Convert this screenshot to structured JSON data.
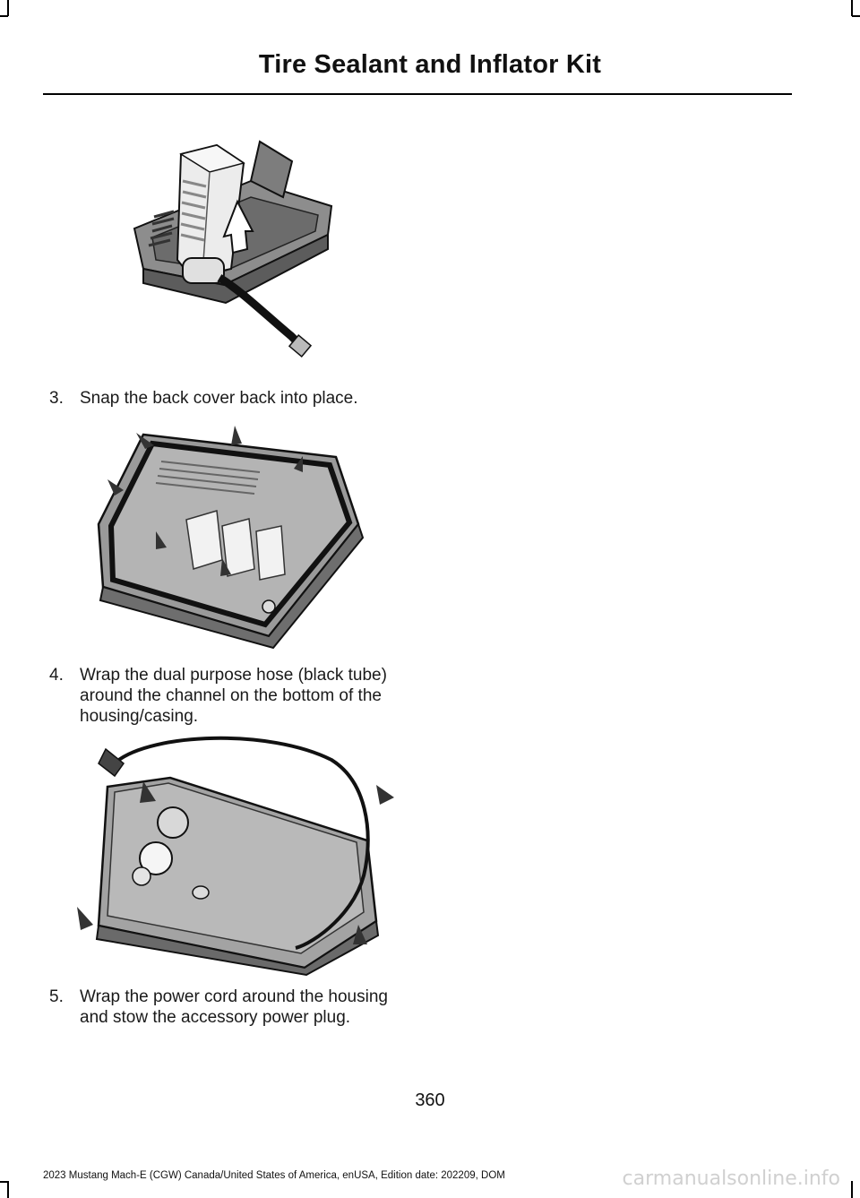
{
  "header": {
    "title": "Tire Sealant and Inflator Kit"
  },
  "steps": [
    {
      "number": "3.",
      "text": "Snap the back cover back into place."
    },
    {
      "number": "4.",
      "text": "Wrap the dual purpose hose (black tube) around the channel on the bottom of the housing/casing."
    },
    {
      "number": "5.",
      "text": "Wrap the power cord around the housing and stow the accessory power plug."
    }
  ],
  "footer": {
    "page_number": "360",
    "edition": "2023 Mustang Mach-E (CGW) Canada/United States of America, enUSA, Edition date: 202209, DOM"
  },
  "watermark": "carmanualsonline.info",
  "colors": {
    "illustration_gray": "#8c8c8c",
    "dark_gray": "#555555",
    "light_gray": "#c8c8c8"
  }
}
